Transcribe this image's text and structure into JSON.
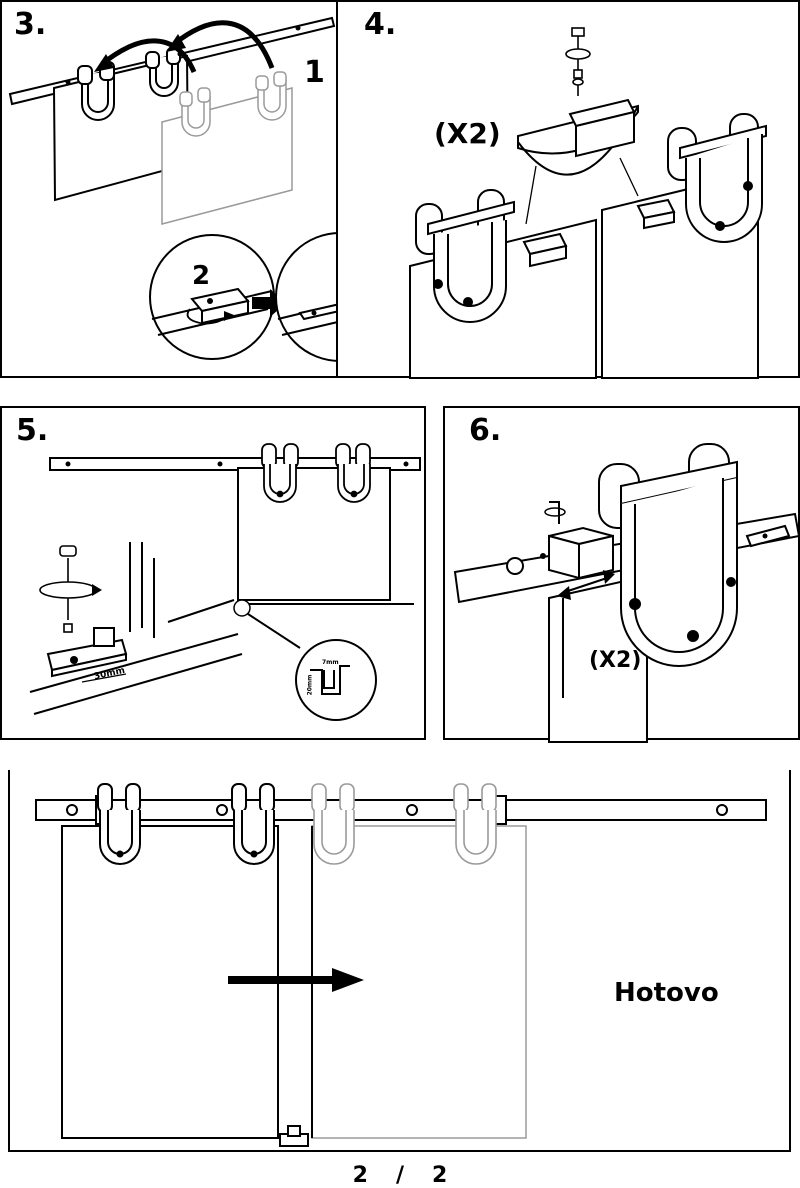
{
  "steps": {
    "step3": {
      "number": "3.",
      "sub_label": "1"
    },
    "step3_inset": {
      "sub_label": "2"
    },
    "step4": {
      "number": "4.",
      "multiplier": "(X2)"
    },
    "step5": {
      "number": "5.",
      "dim_30": "30mm",
      "dim_20": "20mm",
      "dim_7": "7mm"
    },
    "step6": {
      "number": "6.",
      "multiplier": "(X2)"
    },
    "final": {
      "label": "Hotovo"
    }
  },
  "footer": {
    "page_current": "2",
    "page_sep": "/",
    "page_total": "2"
  },
  "colors": {
    "line": "#000000",
    "ghost": "#9a9a9a",
    "background": "#ffffff"
  }
}
